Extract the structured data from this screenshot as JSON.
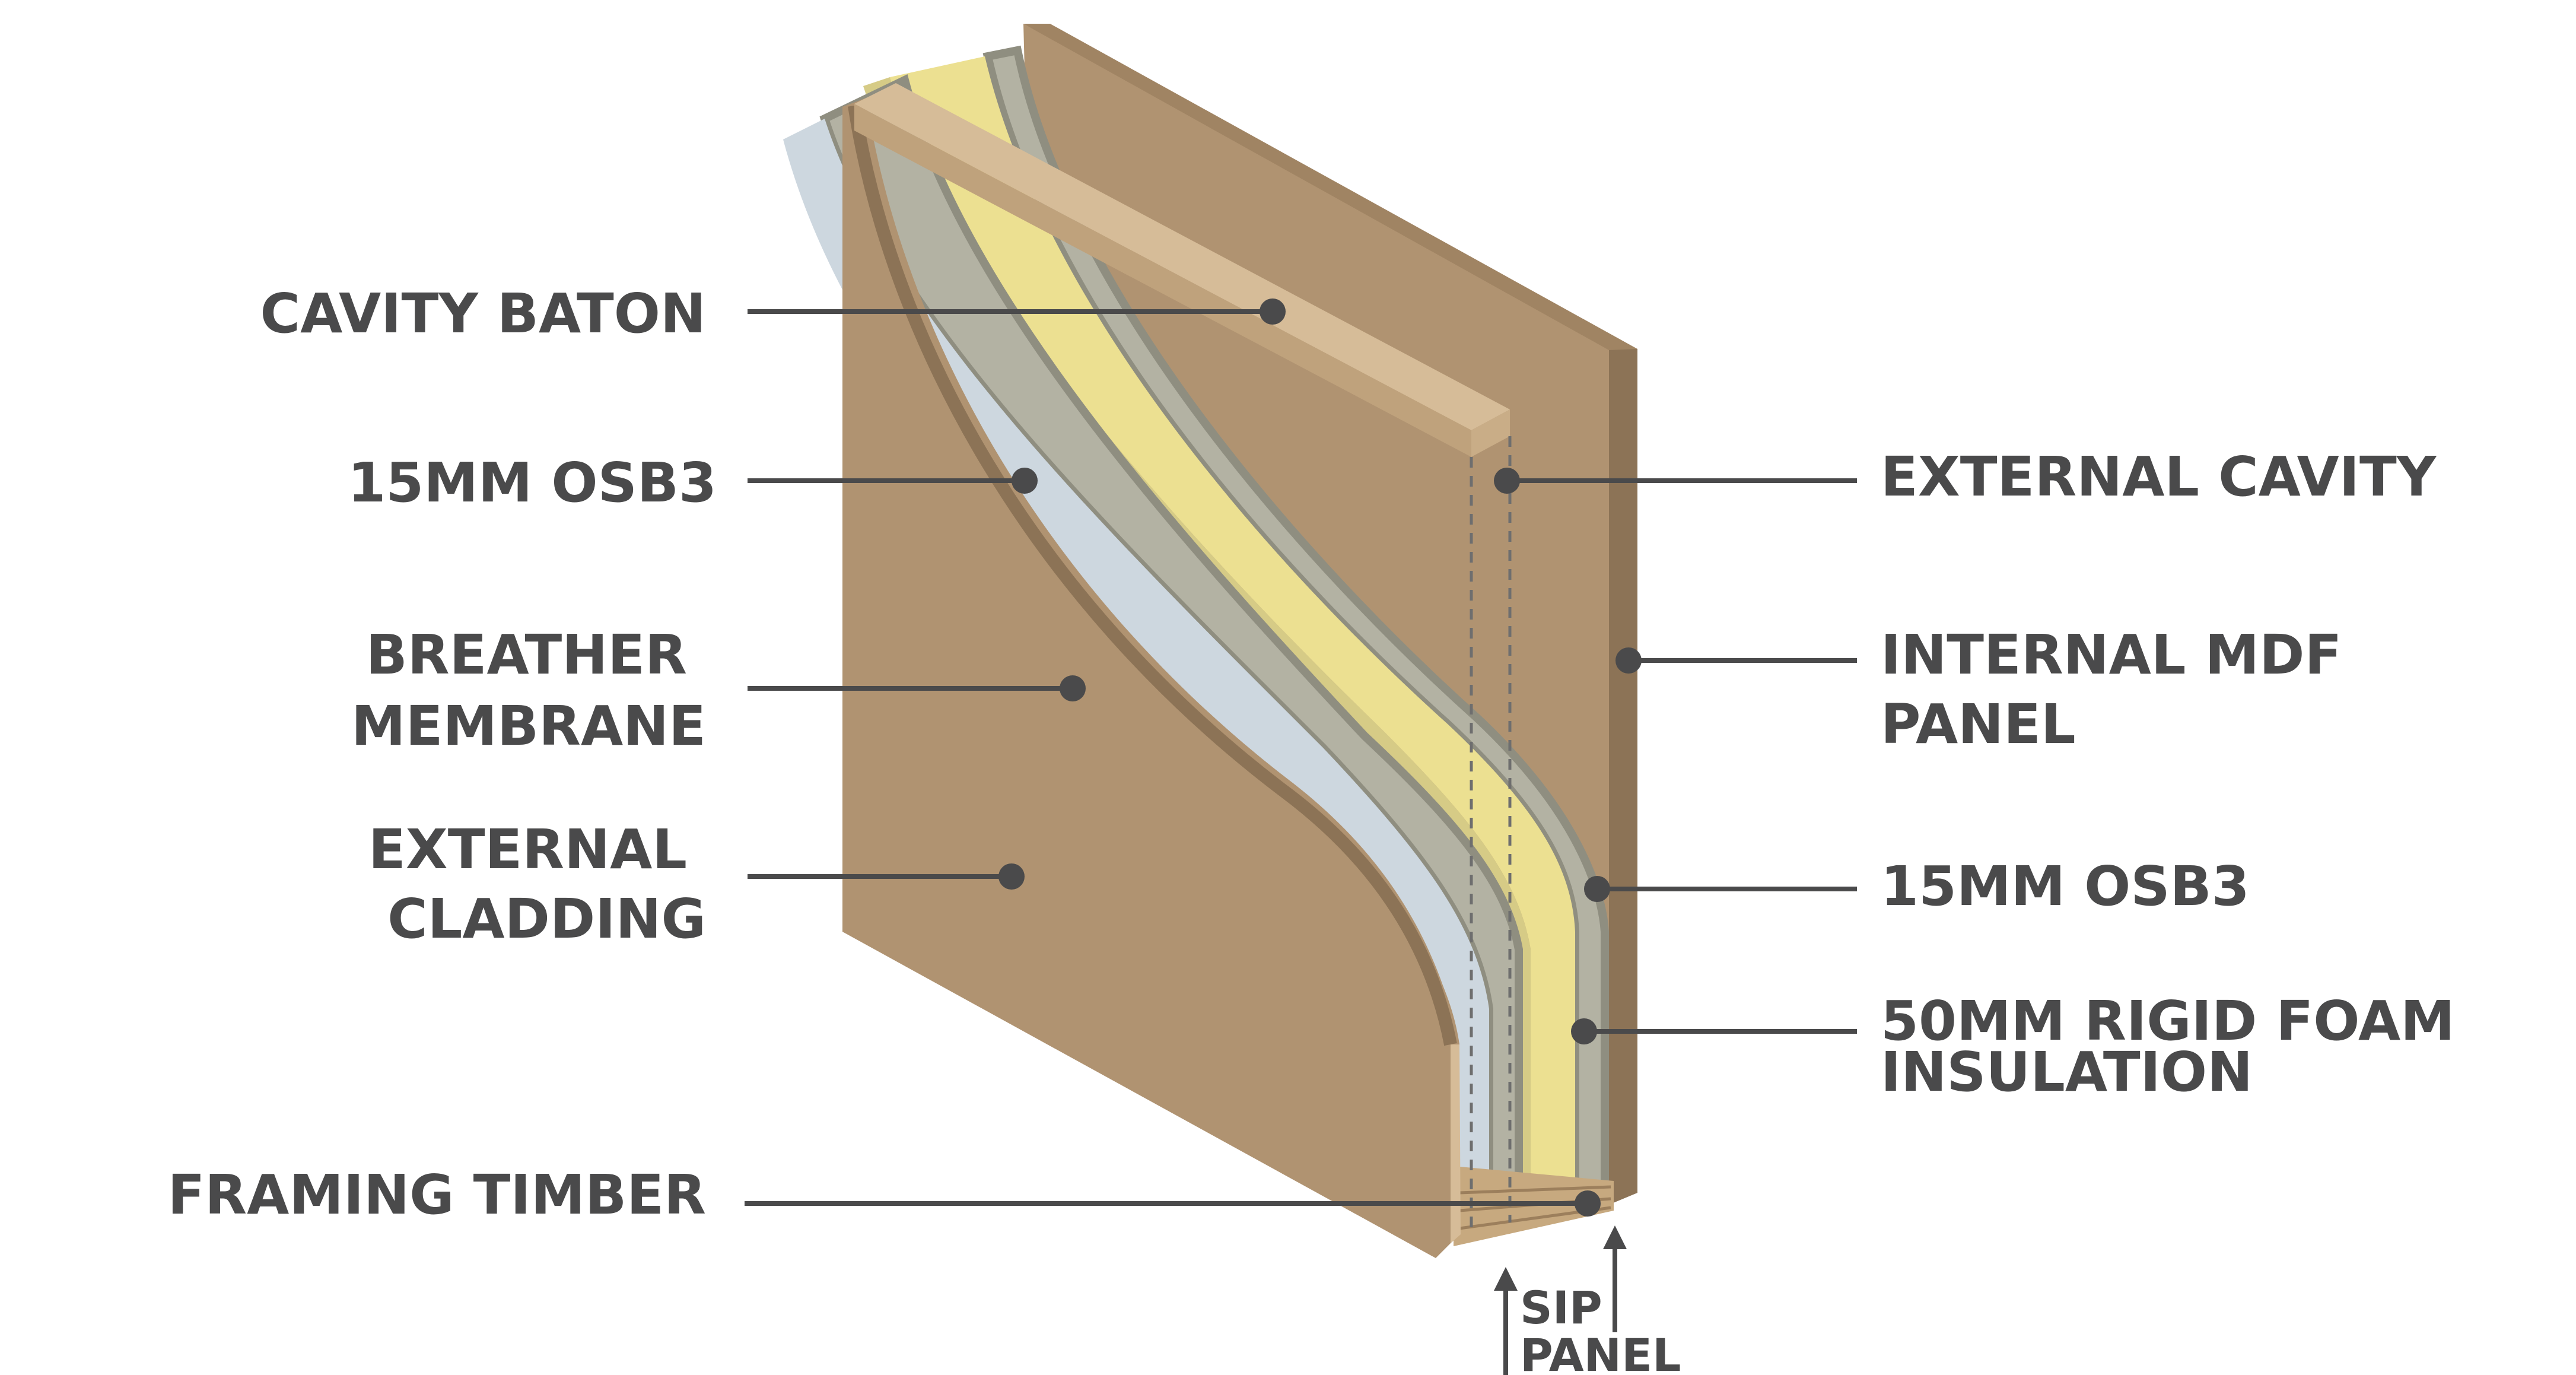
{
  "labels_left": {
    "cavity_baton": [
      "CAVITY BATON"
    ],
    "osb3_outer": [
      "15MM OSB3"
    ],
    "breather_membrane": [
      "BREATHER",
      "MEMBRANE"
    ],
    "external_cladding": [
      "EXTERNAL",
      "CLADDING"
    ],
    "framing_timber": [
      "FRAMING TIMBER"
    ]
  },
  "labels_right": {
    "external_cavity": [
      "EXTERNAL CAVITY"
    ],
    "internal_mdf_panel": [
      "INTERNAL MDF",
      "PANEL"
    ],
    "osb3_inner": [
      "15MM OSB3"
    ],
    "rigid_foam_insulation": [
      "50MM RIGID FOAM",
      "INSULATION"
    ]
  },
  "sip_panel": [
    "SIP",
    "PANEL"
  ],
  "colors": {
    "cladding": "#b09371",
    "cladding_edge": "#8c7356",
    "membrane": "#cdd7df",
    "osb": "#b3b2a3",
    "osb_edge": "#8f8e80",
    "foam": "#ece091",
    "foam_shade": "#d6cb86",
    "batten": "#d6bc98",
    "batten_shade": "#bfa27c",
    "text": "#4a4a4b"
  }
}
